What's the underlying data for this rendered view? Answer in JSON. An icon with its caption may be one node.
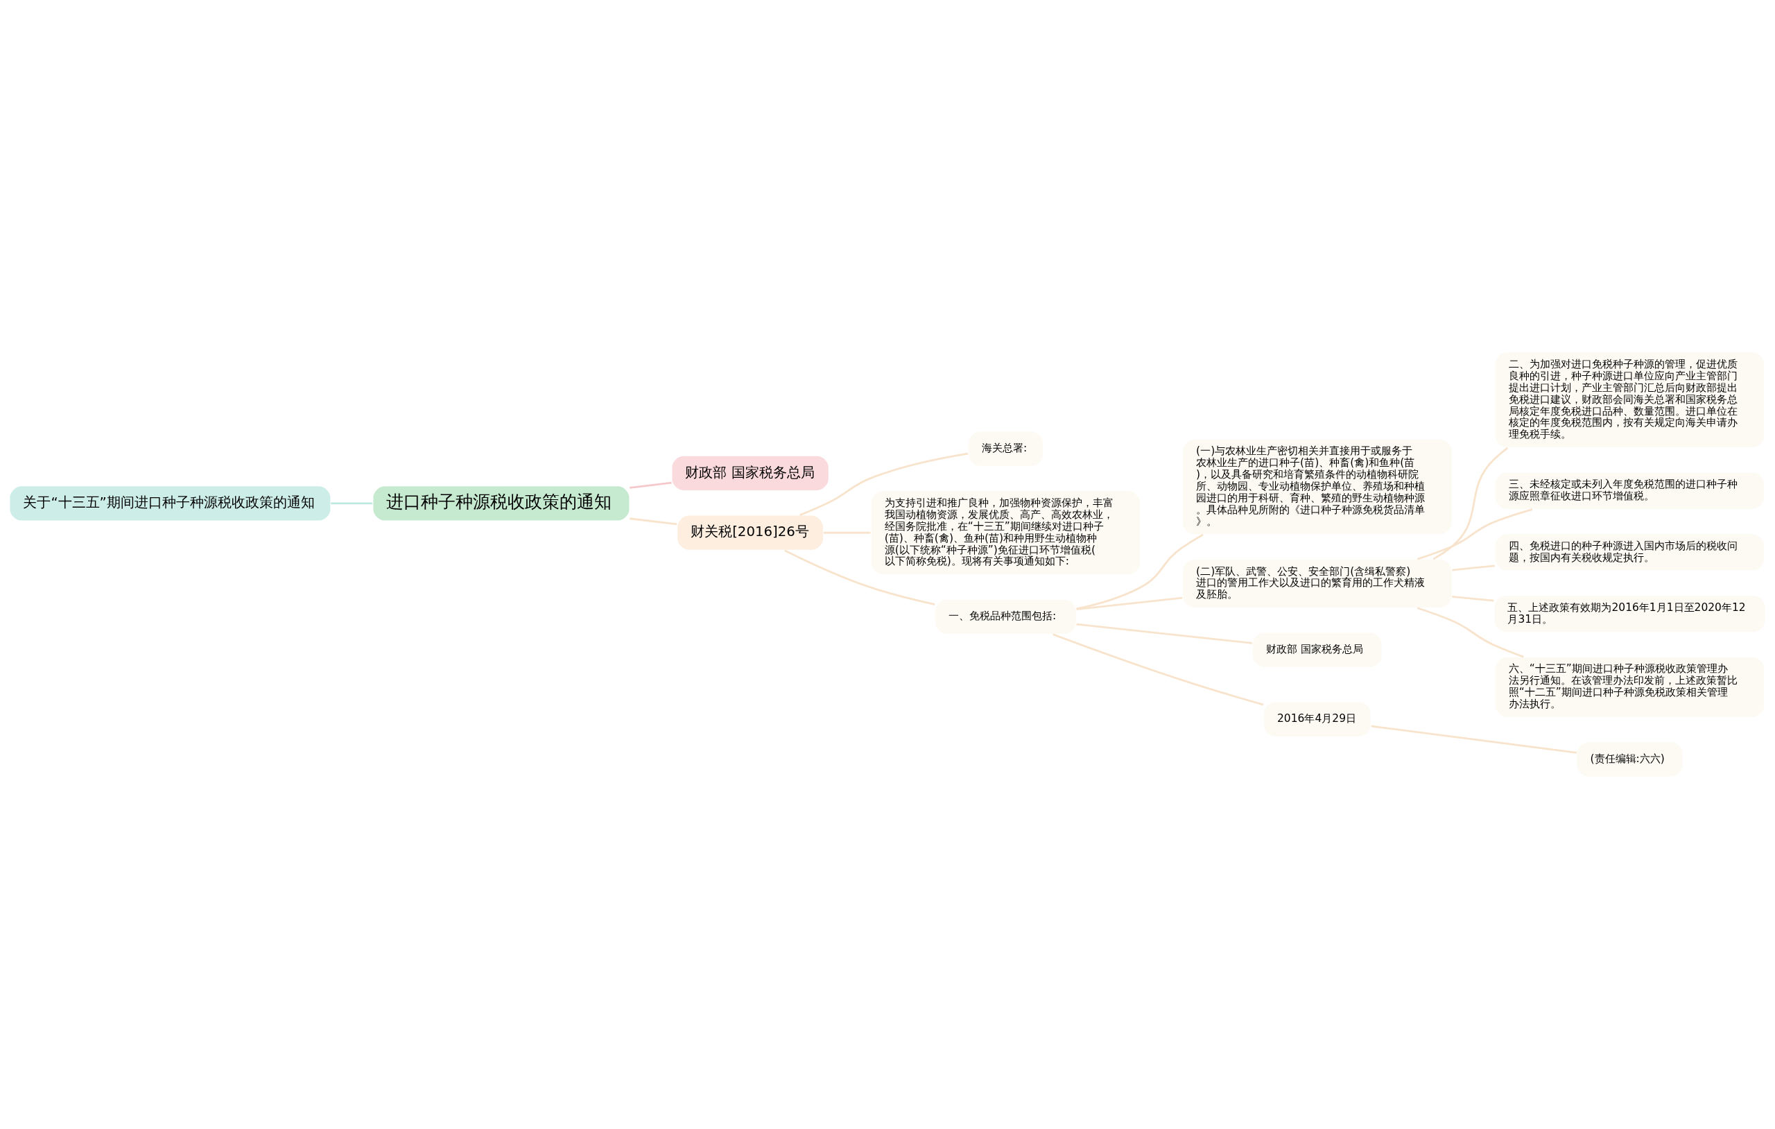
{
  "diagram": {
    "nodes": [
      {
        "text": [
          "进口种子种源税收政策的通知"
        ]
      },
      {
        "text": [
          "关于“十三五”期间进口种子种源税收政策的通知"
        ]
      },
      {
        "text": [
          "财政部 国家税务总局"
        ]
      },
      {
        "text": [
          "财关税[2016]26号"
        ]
      },
      {
        "text": [
          "海关总署:"
        ]
      },
      {
        "text": [
          "为支持引进和推广良种，加强物种资源保护，丰富我国动植物资源，发展优质、高产、高效农林业，经国务院批准，在“十三五”期间继续对进口种子(苗)、种畜(禽)、鱼种(苗)和种用野生动植物种源(以下统称“种子种源”)免征进口环节增值税(以下简称免税)。现将有关事项通知如下:"
        ]
      },
      {
        "text": [
          "一、免税品种范围包括:"
        ]
      },
      {
        "text": [
          "(一)与农林业生产密切相关并直接用于或服务于农林业生产的进口种子(苗)、种畜(禽)和鱼种(苗)，以及具备研究和培育繁殖条件的动植物科研院所、动物园、专业动植物保护单位、养殖场和种植园进口的用于科研、育种、繁殖的野生动植物种源。具体品种见所附的《进口种子种源免税货品清单》。"
        ]
      },
      {
        "text": [
          "(二)军队、武警、公安、安全部门(含缉私警察)进口的警用工作犬以及进口的繁育用的工作犬精液及胚胎。"
        ]
      },
      {
        "text": [
          "二、为加强对进口免税种子种源的管理，促进优质良种的引进，种子种源进口单位应向产业主管部门提出进口计划，产业主管部门汇总后向财政部提出免税进口建议，财政部会同海关总署和国家税务总局核定年度免税进口品种、数量范围。进口单位在核定的年度免税范围内，按有关规定向海关申请办理免税手续。"
        ]
      },
      {
        "text": [
          "三、未经核定或未列入年度免税范围的进口种子种源应照章征收进口环节增值税。"
        ]
      },
      {
        "text": [
          "四、免税进口的种子种源进入国内市场后的税收问题，按国内有关税收规定执行。"
        ]
      },
      {
        "text": [
          "五、上述政策有效期为2016年1月1日至2020年12月31日。"
        ]
      },
      {
        "text": [
          "六、“十三五”期间进口种子种源税收政策管理办法另行通知。在该管理办法印发前，上述政策暂比照“十二五”期间进口种子种源免税政策相关管理办法执行。"
        ]
      },
      {
        "text": [
          "财政部 国家税务总局"
        ]
      },
      {
        "text": [
          "2016年4月29日"
        ]
      },
      {
        "text": [
          "(责任编辑:六六)"
        ]
      }
    ],
    "edges": [
      {
        "from": 0,
        "to": 1,
        "arrow": "none",
        "color": "#bfe8e0"
      },
      {
        "from": 0,
        "to": 2,
        "arrow": "none",
        "color": "#f5c9cc"
      },
      {
        "from": 0,
        "to": 3,
        "arrow": "none"
      },
      {
        "from": 3,
        "to": 4,
        "arrow": "none"
      },
      {
        "from": 3,
        "to": 5,
        "arrow": "none"
      },
      {
        "from": 3,
        "to": 6,
        "arrow": "none"
      },
      {
        "from": 6,
        "to": 7,
        "arrow": "none"
      },
      {
        "from": 6,
        "to": 8,
        "arrow": "none"
      },
      {
        "from": 8,
        "to": 9,
        "arrow": "none"
      },
      {
        "from": 8,
        "to": 10,
        "arrow": "none"
      },
      {
        "from": 8,
        "to": 11,
        "arrow": "none"
      },
      {
        "from": 8,
        "to": 12,
        "arrow": "none"
      },
      {
        "from": 8,
        "to": 13,
        "arrow": "none"
      },
      {
        "from": 6,
        "to": 14,
        "arrow": "none"
      },
      {
        "from": 6,
        "to": 15,
        "arrow": "none"
      },
      {
        "from": 15,
        "to": 16,
        "arrow": "none"
      }
    ]
  }
}
